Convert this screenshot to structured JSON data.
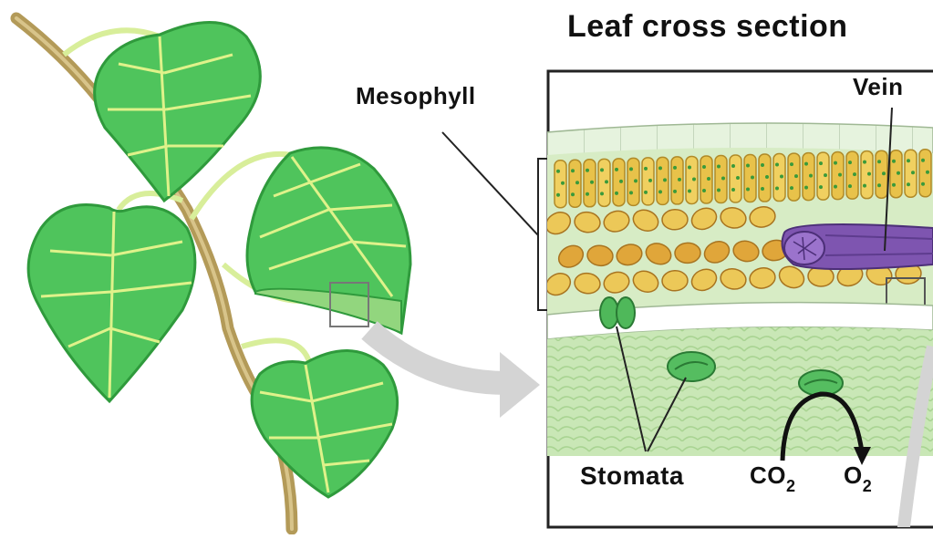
{
  "figure": {
    "title": "Leaf cross section",
    "labels": {
      "mesophyll": "Mesophyll",
      "vein": "Vein",
      "stomata": "Stomata",
      "co2_main": "CO",
      "co2_sub": "2",
      "o2_main": "O",
      "o2_sub": "2"
    }
  },
  "colors": {
    "leaf": "#4cc25a",
    "leaf_dark": "#2f9a3c",
    "leaf_vein": "#d8f08a",
    "stem": "#b8a060",
    "cell_yellow": "#e8c64a",
    "cell_orange": "#c98a2a",
    "vein_purple": "#7e55b0",
    "epidermis": "#d8eed0",
    "lower_tissue": "#c8e6b4",
    "arrow_gray": "#d4d4d4"
  }
}
